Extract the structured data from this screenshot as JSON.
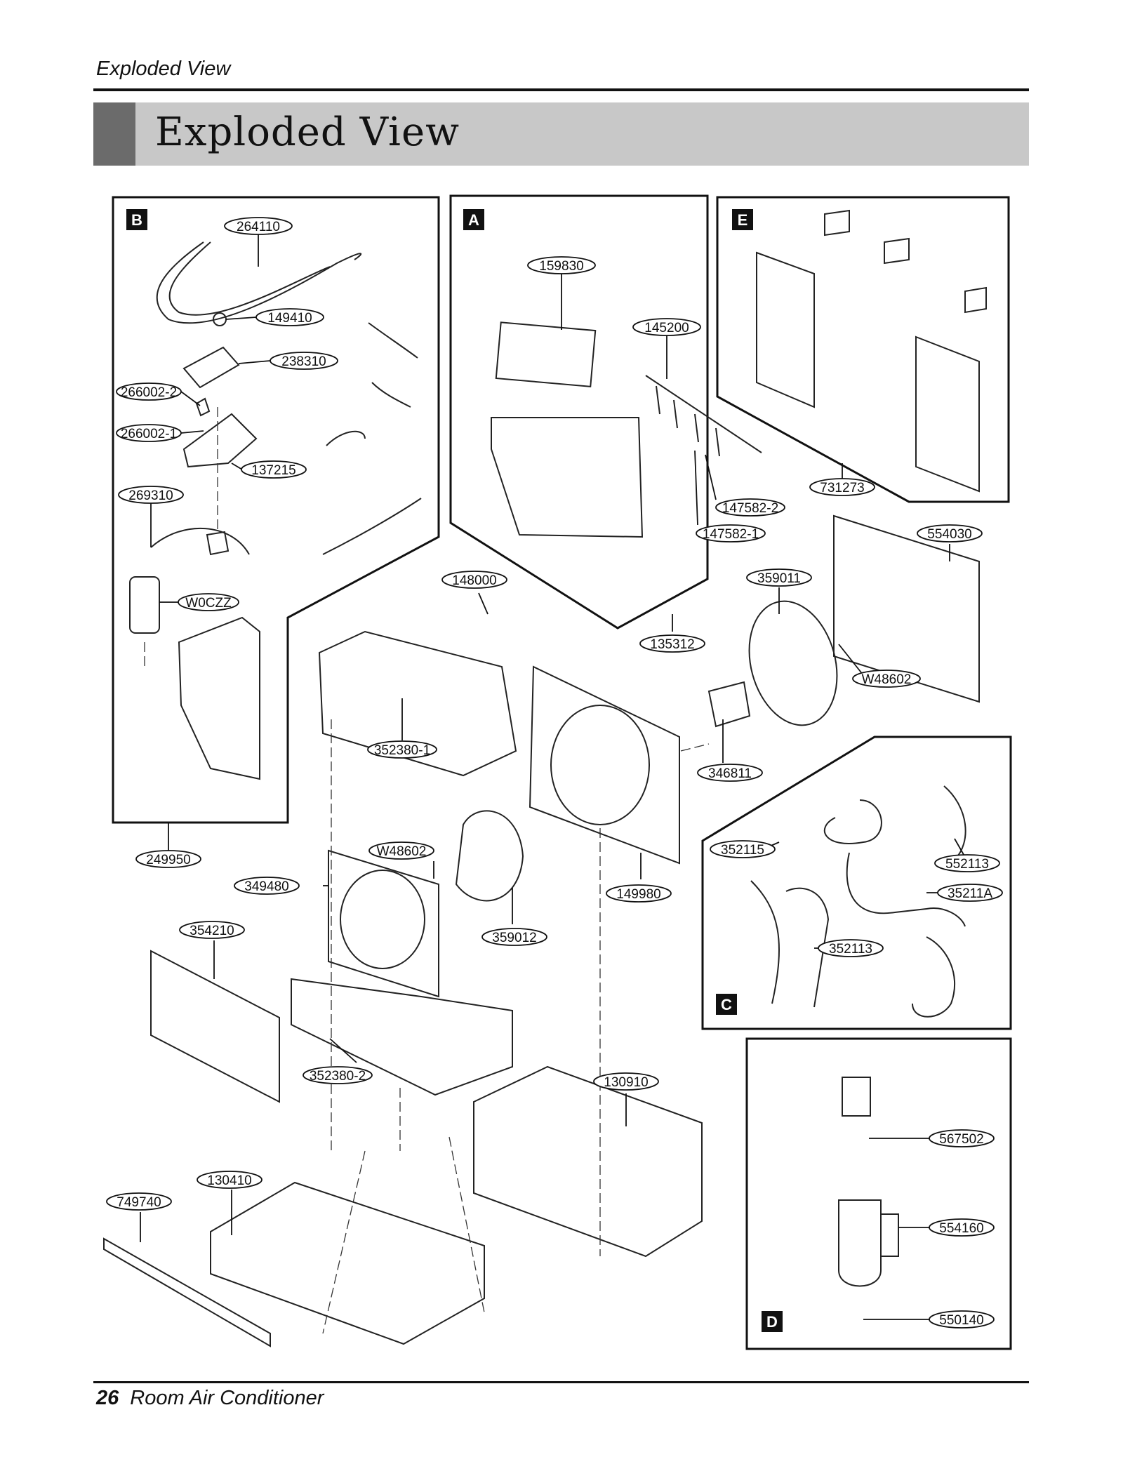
{
  "header": {
    "running_title": "Exploded View",
    "section_title": "Exploded View"
  },
  "footer": {
    "page_number": "26",
    "doc_title": "Room Air Conditioner"
  },
  "panels": {
    "a": "A",
    "b": "B",
    "c": "C",
    "d": "D",
    "e": "E"
  },
  "parts": {
    "p264110": "264110",
    "p149410": "149410",
    "p238310": "238310",
    "p266002_2": "266002-2",
    "p266002_1": "266002-1",
    "p137215": "137215",
    "p269310": "269310",
    "pW0CZZ": "W0CZZ",
    "p249950": "249950",
    "p159830": "159830",
    "p145200": "145200",
    "p147582_2": "147582-2",
    "p147582_1": "147582-1",
    "p135312": "135312",
    "p148000": "148000",
    "p731273": "731273",
    "p554030": "554030",
    "p359011": "359011",
    "pW48602a": "W48602",
    "p346811": "346811",
    "p352380_1": "352380-1",
    "pW48602b": "W48602",
    "p349480": "349480",
    "p359012": "359012",
    "p149980": "149980",
    "p354210": "354210",
    "p352380_2": "352380-2",
    "p130910": "130910",
    "p130410": "130410",
    "p749740": "749740",
    "p352115": "352115",
    "p552113": "552113",
    "p35211A": "35211A",
    "p352113": "352113",
    "p567502": "567502",
    "p554160": "554160",
    "p550140": "550140"
  }
}
